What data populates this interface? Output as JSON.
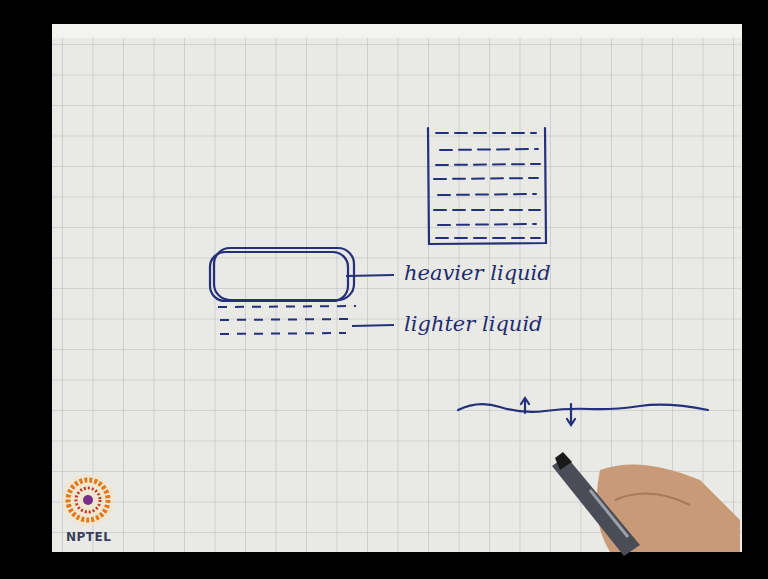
{
  "diagram": {
    "labels": [
      "heavier liquid",
      "lighter liquid",
      "NPTEL"
    ]
  }
}
